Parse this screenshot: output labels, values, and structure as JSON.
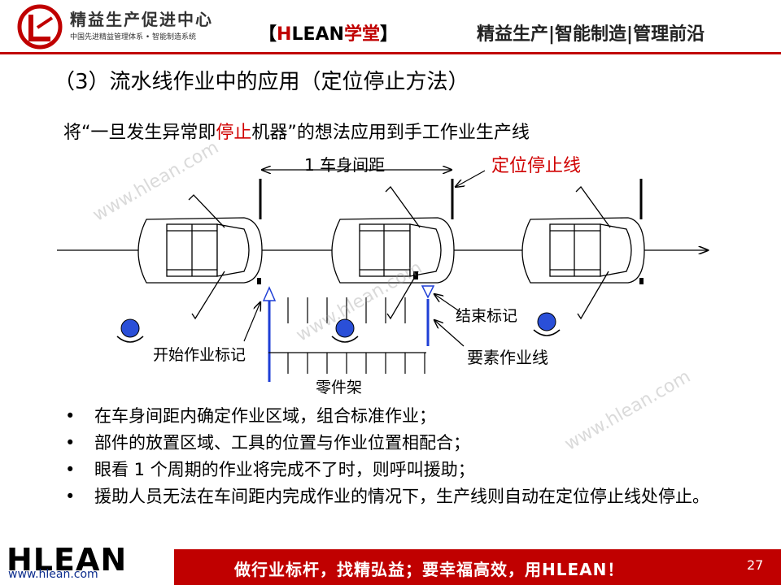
{
  "header": {
    "logo_title": "精益生产促进中心",
    "logo_subtitle": "中国先进精益管理体系 • 智能制造系统",
    "brand_open": "【",
    "brand_h": "H",
    "brand_lean": "LEAN",
    "brand_xt": "学堂",
    "brand_close": "】",
    "tagline": "精益生产|智能制造|管理前沿"
  },
  "slide": {
    "title": "（3）流水线作业中的应用（定位停止方法）",
    "subtitle_pre": "将“一旦发生异常即",
    "subtitle_red": "停止",
    "subtitle_post": "机器”的想法应用到手工作业生产线"
  },
  "diagram": {
    "pitch_label": "1 车身间距",
    "stop_line_label": "定位停止线",
    "end_mark_label": "结束标记",
    "start_mark_label": "开始作业标记",
    "element_line_label": "要素作业线",
    "parts_rack_label": "零件架"
  },
  "bullets": [
    "在车身间距内确定作业区域，组合标准作业；",
    "部件的放置区域、工具的位置与作业位置相配合；",
    "眼看 1 个周期的作业将完成不了时，则呼叫援助；",
    "援助人员无法在车间距内完成作业的情况下，生产线则自动在定位停止线处停止。"
  ],
  "watermark": "www.hlean.com",
  "footer": {
    "logo": "HLEAN",
    "url": "www.hlean.com",
    "slogan": "做行业标杆，找精弘益；要幸福高效，用HLEAN！",
    "page_number": "27"
  },
  "colors": {
    "accent_red": "#c00000",
    "mark_blue": "#1f3fd6",
    "worker_blue": "#2a4fd8"
  }
}
